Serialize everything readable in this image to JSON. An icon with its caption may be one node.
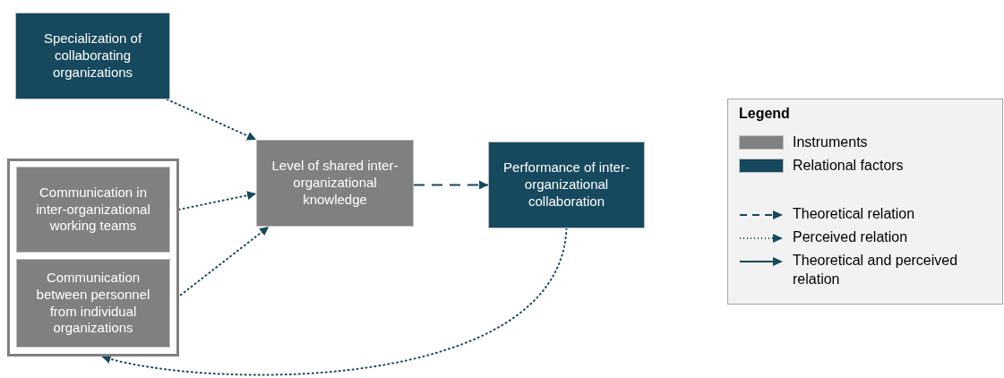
{
  "diagram": {
    "nodes": [
      {
        "text": [
          "Specialization of collaborating organizations"
        ]
      },
      {
        "text": [],
        "shape": "box"
      },
      {
        "text": [
          "Communication in inter-organizational working teams"
        ],
        "in": 1
      },
      {
        "text": [
          "Communication between personnel from individual organizations"
        ],
        "in": 1
      },
      {
        "text": [
          "Level of shared inter-organizational knowledge"
        ]
      },
      {
        "text": [
          "Performance of inter-organizational collaboration"
        ]
      }
    ],
    "edges": [
      {
        "from": 0,
        "to": 4,
        "arrow": "to"
      },
      {
        "from": 2,
        "to": 4,
        "arrow": "to"
      },
      {
        "from": 3,
        "to": 4,
        "arrow": "to"
      },
      {
        "from": 4,
        "to": 5,
        "arrow": "to",
        "style": "dashed"
      },
      {
        "from": 5,
        "to": 1,
        "arrow": "to"
      }
    ],
    "labels": [
      "Legend"
    ],
    "legend": [
      {
        "text": "Instruments",
        "color": "#808080"
      },
      {
        "text": "Relational factors",
        "color": "#16495e"
      },
      {
        "text": "Theoretical relation"
      },
      {
        "text": "Perceived relation"
      },
      {
        "text": "Theoretical and perceived relation"
      }
    ]
  }
}
